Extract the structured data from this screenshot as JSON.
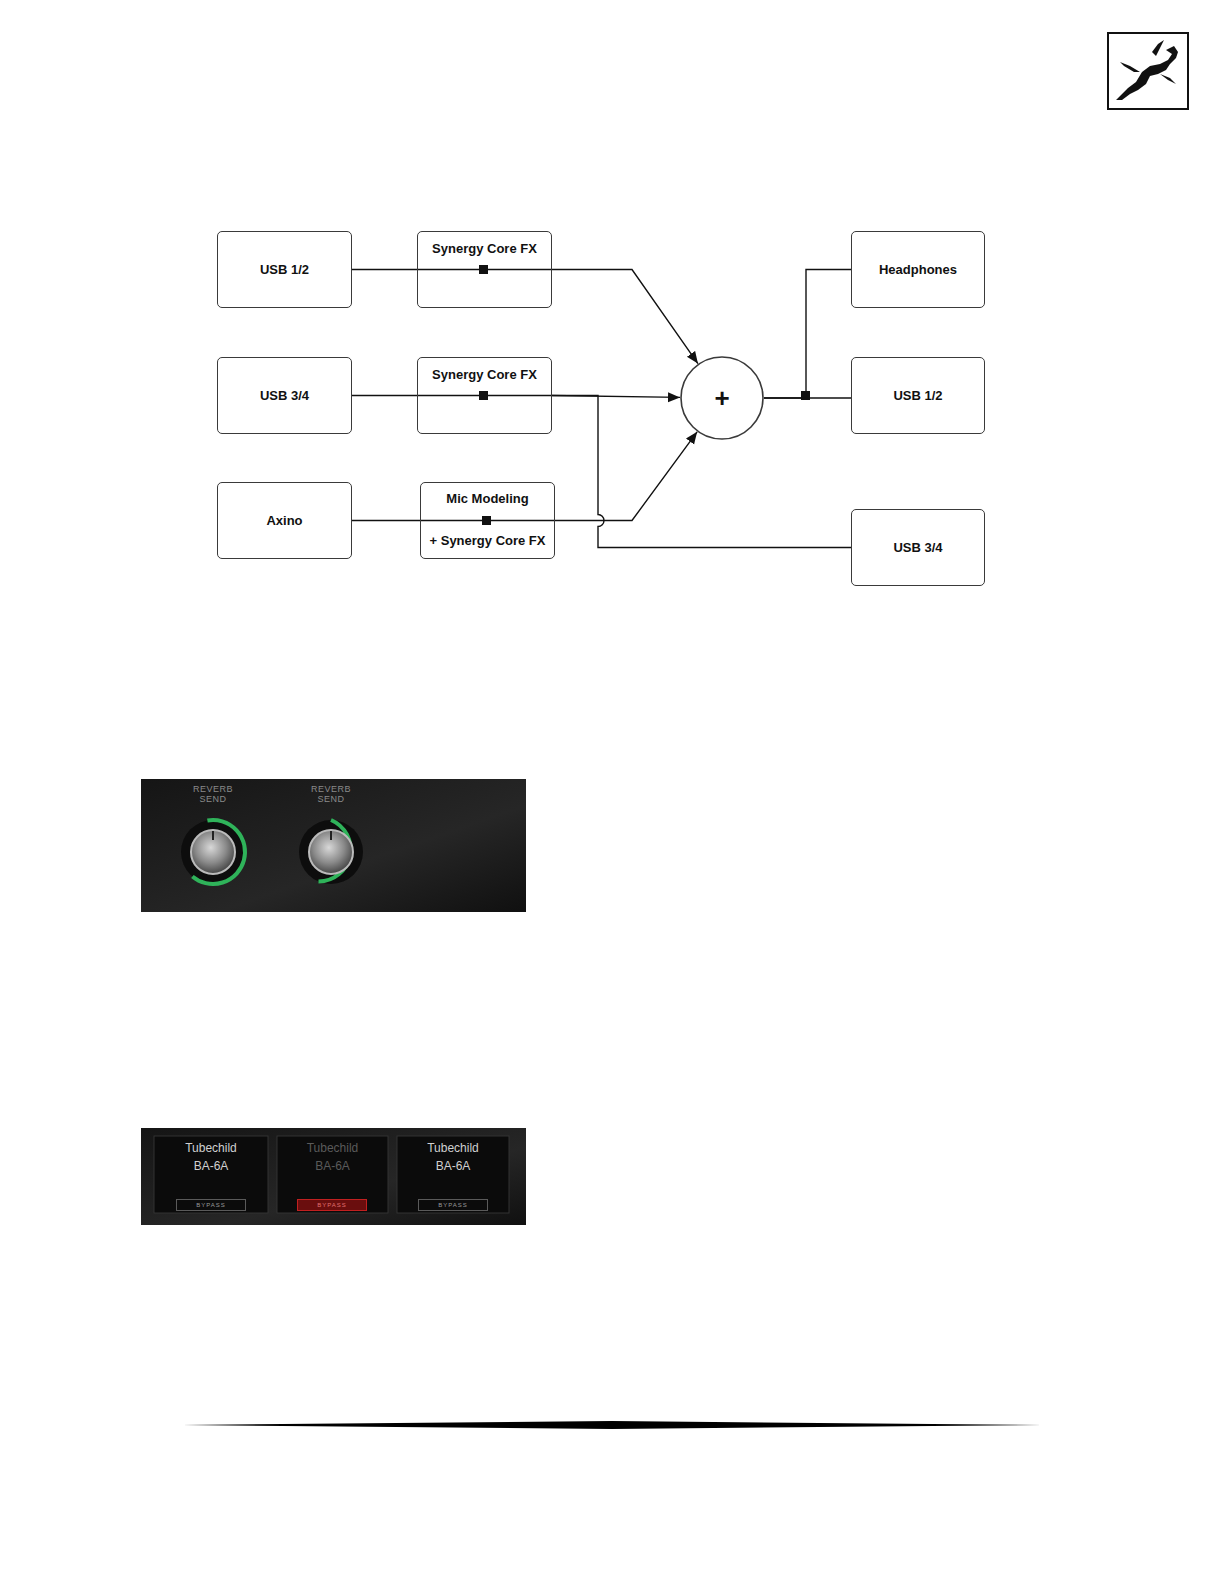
{
  "diagram": {
    "nodes": [
      {
        "text": [
          "USB 1/2"
        ]
      },
      {
        "text": [
          "Synergy Core FX"
        ]
      },
      {
        "text": [
          "USB 3/4"
        ]
      },
      {
        "text": [
          "Synergy Core FX"
        ]
      },
      {
        "text": [
          "Axino"
        ]
      },
      {
        "text": [
          "Mic Modeling",
          "+ Synergy Core FX"
        ]
      },
      {
        "text": [
          "+"
        ]
      },
      {
        "text": [
          "Headphones"
        ]
      },
      {
        "text": [
          "USB 1/2"
        ]
      },
      {
        "text": [
          "USB 3/4"
        ]
      }
    ],
    "edges": [
      {
        "from": 0,
        "to": 1,
        "arrow": "none"
      },
      {
        "from": 1,
        "to": 6,
        "arrow": "to"
      },
      {
        "from": 2,
        "to": 3,
        "arrow": "none"
      },
      {
        "from": 3,
        "to": 6,
        "arrow": "to"
      },
      {
        "from": 3,
        "to": 9,
        "arrow": "none"
      },
      {
        "from": 4,
        "to": 5,
        "arrow": "none"
      },
      {
        "from": 5,
        "to": 6,
        "arrow": "to"
      },
      {
        "from": 6,
        "to": 7,
        "arrow": "none"
      },
      {
        "from": 6,
        "to": 8,
        "arrow": "none"
      }
    ],
    "labels": [
      "REVERB SEND",
      "REVERB SEND",
      "Tubechild",
      "BA-6A",
      "BYPASS",
      "Tubechild",
      "BA-6A",
      "BYPASS",
      "Tubechild",
      "BA-6A",
      "BYPASS"
    ]
  }
}
